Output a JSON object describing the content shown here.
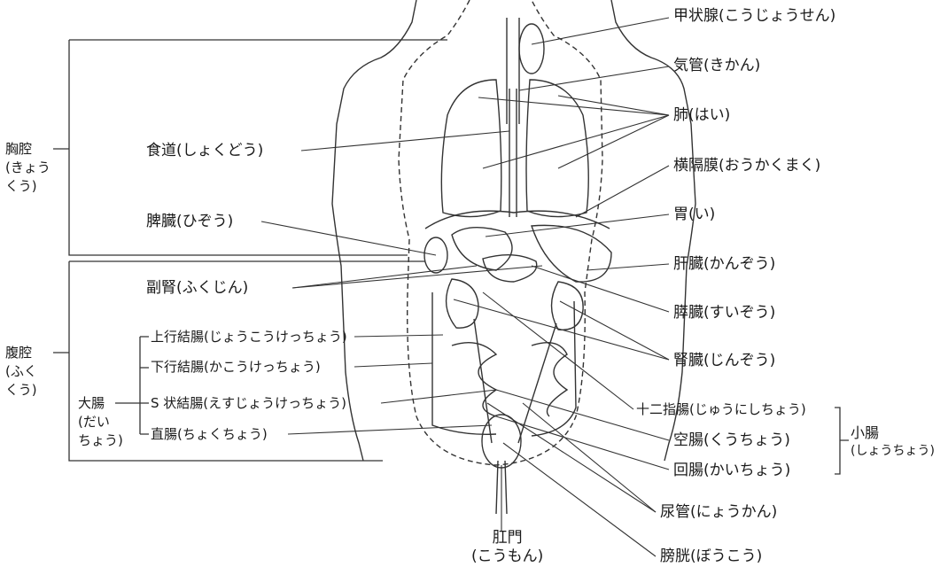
{
  "labels": {
    "thyroid": "甲状腺(こうじょうせん)",
    "trachea": "気管(きかん)",
    "lung": "肺(はい)",
    "diaphragm": "横隔膜(おうかくまく)",
    "stomach": "胃(い)",
    "liver": "肝臓(かんぞう)",
    "pancreas": "膵臓(すいぞう)",
    "kidney": "腎臓(じんぞう)",
    "duodenum": "十二指腸(じゅうにしちょう)",
    "jejunum": "空腸(くうちょう)",
    "ileum": "回腸(かいちょう)",
    "ureter": "尿管(にょうかん)",
    "bladder": "膀胱(ぼうこう)",
    "esophagus": "食道(しょくどう)",
    "spleen": "脾臓(ひぞう)",
    "adrenal": "副腎(ふくじん)",
    "ascending_colon": "上行結腸(じょうこうけっちょう)",
    "descending_colon": "下行結腸(かこうけっちょう)",
    "sigmoid_colon": "S 状結腸(えすじょうけっちょう)",
    "rectum": "直腸(ちょくちょう)",
    "thoracic_cavity": [
      "胸腔",
      "(きょう",
      "くう)"
    ],
    "abdominal_cavity": [
      "腹腔",
      "(ふく",
      "くう)"
    ],
    "large_intestine": [
      "大腸",
      "(だい",
      "ちょう)"
    ],
    "small_intestine": [
      "小腸",
      "(しょうちょう)"
    ],
    "anus": [
      "肛門",
      "(こうもん)"
    ]
  }
}
